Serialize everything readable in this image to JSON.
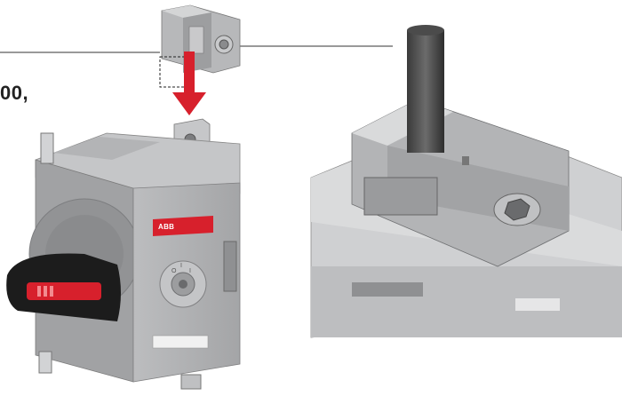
{
  "caption": {
    "partial_text": "00,"
  },
  "switch": {
    "brand": "ABB",
    "dial_marks": [
      "O",
      "I",
      "I"
    ]
  },
  "colors": {
    "brand_red": "#d7202c",
    "housing_gray": "#a9abad",
    "handle_black": "#1c1c1c"
  }
}
